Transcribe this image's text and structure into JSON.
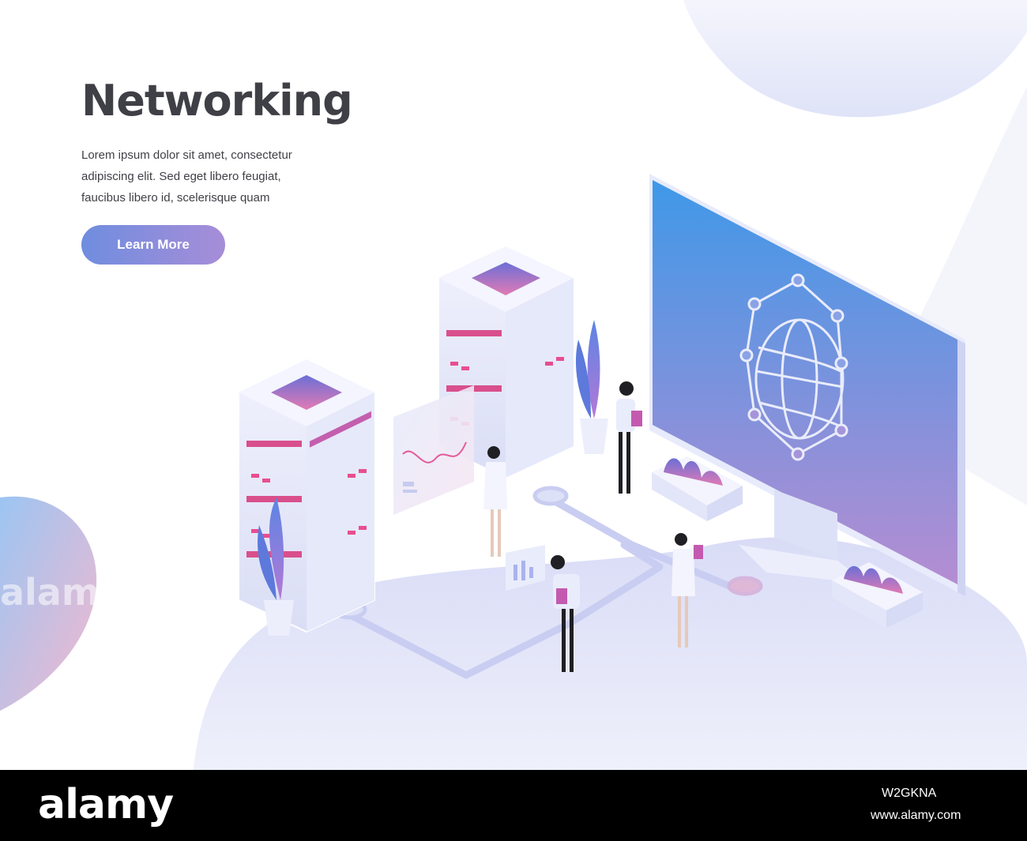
{
  "hero": {
    "title": "Networking",
    "description_lines": [
      "Lorem ipsum dolor sit amet, consectetur",
      "adipiscing elit. Sed eget libero feugiat,",
      "faucibus libero id, scelerisque quam"
    ],
    "cta_label": "Learn More"
  },
  "watermark": {
    "text": "alamy"
  },
  "footer": {
    "brand": "alamy",
    "image_id": "W2GKNA",
    "url": "www.alamy.com"
  },
  "colors": {
    "title": "#3f3f46",
    "cta_start": "#6f8ddf",
    "cta_end": "#a78dd8",
    "screen_top": "#3f98e8",
    "screen_bottom": "#b58dd2",
    "floor": "#dfe2f8",
    "accent_pink": "#e35b9a"
  },
  "icons": [
    "globe-network-icon"
  ]
}
